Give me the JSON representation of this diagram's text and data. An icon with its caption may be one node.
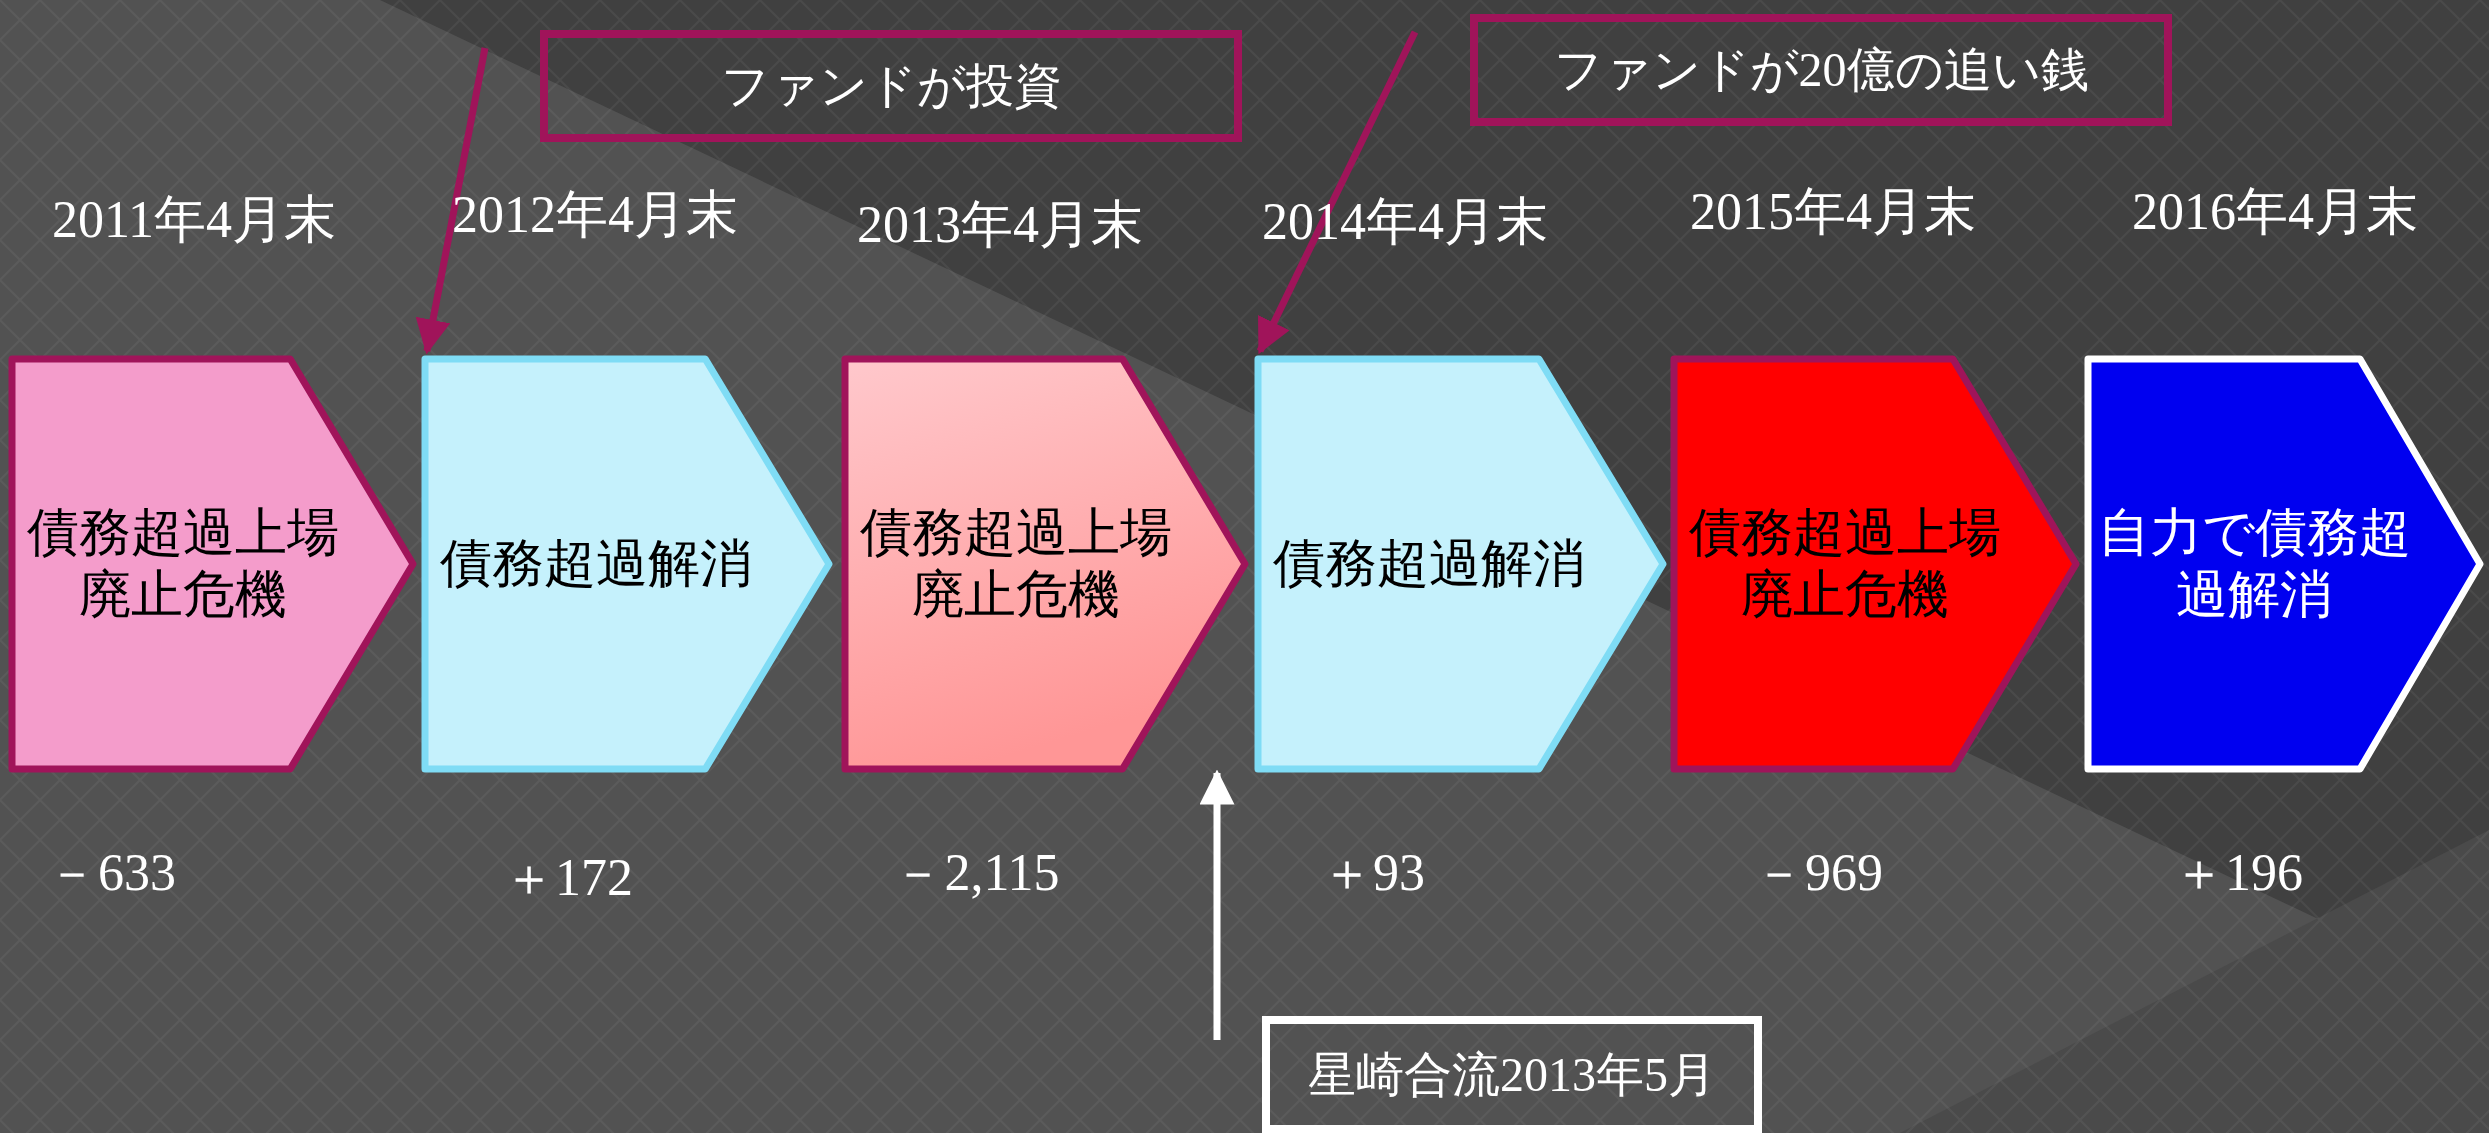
{
  "diagram": {
    "nodes": [
      {
        "text": [
          "ファンドが投資"
        ]
      },
      {
        "text": [
          "ファンドが20億の追い銭"
        ]
      },
      {
        "text": [
          "債務超過上場廃止危機"
        ]
      },
      {
        "text": [
          "債務超過解消"
        ]
      },
      {
        "text": [
          "債務超過上場廃止危機"
        ]
      },
      {
        "text": [
          "債務超過解消"
        ]
      },
      {
        "text": [
          "債務超過上場廃止危機"
        ]
      },
      {
        "text": [
          "自力で債務超過解消"
        ]
      },
      {
        "text": [
          "星崎合流2013年5月"
        ]
      }
    ],
    "edges": [
      {
        "from": 0,
        "to": 3,
        "arrow": "to"
      },
      {
        "from": 1,
        "to": 5,
        "arrow": "to"
      },
      {
        "from": 8,
        "to": 5,
        "arrow": "to",
        "color": "#ffffff"
      }
    ],
    "labels": [
      "2011年4月末",
      "2012年4月末",
      "2013年4月末",
      "2014年4月末",
      "2015年4月末",
      "2016年4月末",
      "－633",
      "＋172",
      "－2,115",
      "＋93",
      "－969",
      "＋196"
    ]
  }
}
